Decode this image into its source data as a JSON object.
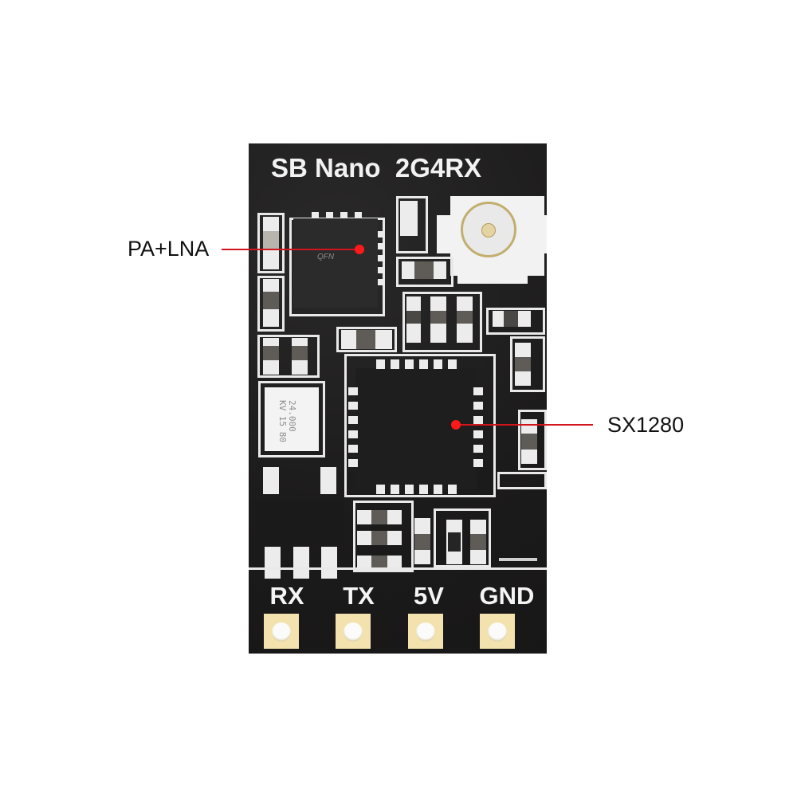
{
  "board": {
    "title": "SB Nano  2G4RX",
    "background_color": "#1e1d1d",
    "silkscreen_color": "#e9e9e9",
    "crystal_marking": "24.000\nKV 15 80",
    "ic_marking": "QFN"
  },
  "pins": [
    {
      "label": "RX"
    },
    {
      "label": "TX"
    },
    {
      "label": "5V"
    },
    {
      "label": "GND"
    }
  ],
  "callouts": [
    {
      "label": "PA+LNA",
      "target": "PA+LNA chip",
      "color": "#d2141c"
    },
    {
      "label": "SX1280",
      "target": "SX1280 transceiver chip",
      "color": "#d2141c"
    }
  ],
  "colors": {
    "pad_gold": "#f3e2ad",
    "callout_red": "#d2141c",
    "background": "#ffffff"
  }
}
